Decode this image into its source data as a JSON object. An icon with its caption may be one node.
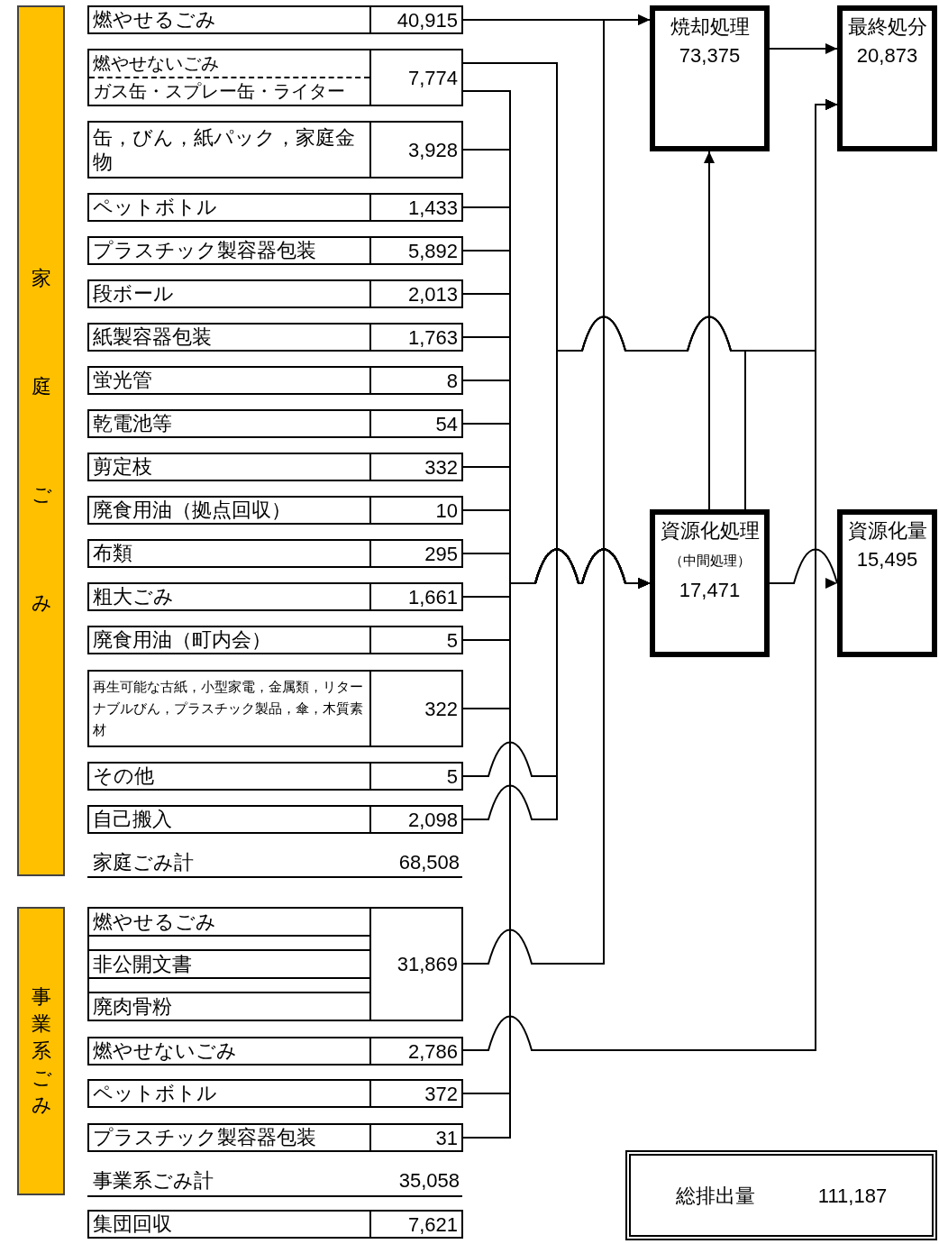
{
  "diagram": {
    "nodes": [
      {
        "text": [
          "家庭ごみ"
        ]
      },
      {
        "text": [
          "燃やせるごみ",
          "40,915"
        ]
      },
      {
        "text": [
          "燃やせないごみ",
          "ガス缶・スプレー缶・ライター",
          "7,774"
        ]
      },
      {
        "text": [
          "缶，びん，紙パック，家庭金物",
          "3,928"
        ]
      },
      {
        "text": [
          "ペットボトル",
          "1,433"
        ]
      },
      {
        "text": [
          "プラスチック製容器包装",
          "5,892"
        ]
      },
      {
        "text": [
          "段ボール",
          "2,013"
        ]
      },
      {
        "text": [
          "紙製容器包装",
          "1,763"
        ]
      },
      {
        "text": [
          "蛍光管",
          "8"
        ]
      },
      {
        "text": [
          "乾電池等",
          "54"
        ]
      },
      {
        "text": [
          "剪定枝",
          "332"
        ]
      },
      {
        "text": [
          "廃食用油（拠点回収）",
          "10"
        ]
      },
      {
        "text": [
          "布類",
          "295"
        ]
      },
      {
        "text": [
          "粗大ごみ",
          "1,661"
        ]
      },
      {
        "text": [
          "廃食用油（町内会）",
          "5"
        ]
      },
      {
        "text": [
          "再生可能な古紙，小型家電，金属類，リターナブルびん，プラスチック製品，傘，木質素材",
          "322"
        ]
      },
      {
        "text": [
          "その他",
          "5"
        ]
      },
      {
        "text": [
          "自己搬入",
          "2,098"
        ]
      },
      {
        "text": [
          "事業系ごみ"
        ]
      },
      {
        "text": [
          "燃やせるごみ",
          "非公開文書",
          "廃肉骨粉",
          "31,869"
        ]
      },
      {
        "text": [
          "燃やせないごみ",
          "2,786"
        ]
      },
      {
        "text": [
          "ペットボトル",
          "372"
        ]
      },
      {
        "text": [
          "プラスチック製容器包装",
          "31"
        ]
      },
      {
        "text": [
          "集団回収",
          "7,621"
        ]
      },
      {
        "text": [
          "焼却処理",
          "73,375"
        ]
      },
      {
        "text": [
          "最終処分",
          "20,873"
        ]
      },
      {
        "text": [
          "資源化処理",
          "（中間処理）",
          "17,471"
        ]
      },
      {
        "text": [
          "資源化量",
          "15,495"
        ]
      },
      {
        "text": [
          "総排出量",
          "111,187"
        ]
      }
    ],
    "edges": [
      {
        "from": 1,
        "to": 24,
        "arrow": "to"
      },
      {
        "from": 2,
        "to": 25,
        "arrow": "to"
      },
      {
        "from": 2,
        "to": 26,
        "arrow": "to"
      },
      {
        "from": 3,
        "to": 26,
        "arrow": "to"
      },
      {
        "from": 4,
        "to": 26,
        "arrow": "to"
      },
      {
        "from": 5,
        "to": 26,
        "arrow": "to"
      },
      {
        "from": 6,
        "to": 26,
        "arrow": "to"
      },
      {
        "from": 7,
        "to": 26,
        "arrow": "to"
      },
      {
        "from": 8,
        "to": 26,
        "arrow": "to"
      },
      {
        "from": 9,
        "to": 26,
        "arrow": "to"
      },
      {
        "from": 10,
        "to": 26,
        "arrow": "to"
      },
      {
        "from": 11,
        "to": 26,
        "arrow": "to"
      },
      {
        "from": 12,
        "to": 26,
        "arrow": "to"
      },
      {
        "from": 13,
        "to": 26,
        "arrow": "to"
      },
      {
        "from": 14,
        "to": 26,
        "arrow": "to"
      },
      {
        "from": 15,
        "to": 26,
        "arrow": "to"
      },
      {
        "from": 16,
        "to": 25,
        "arrow": "to"
      },
      {
        "from": 17,
        "to": 25,
        "arrow": "to"
      },
      {
        "from": 19,
        "to": 24,
        "arrow": "to"
      },
      {
        "from": 20,
        "to": 25,
        "arrow": "to"
      },
      {
        "from": 21,
        "to": 26,
        "arrow": "to"
      },
      {
        "from": 22,
        "to": 26,
        "arrow": "to"
      },
      {
        "from": 26,
        "to": 24,
        "arrow": "to"
      },
      {
        "from": 26,
        "to": 25,
        "arrow": "to"
      },
      {
        "from": 26,
        "to": 27,
        "arrow": "to"
      },
      {
        "from": 24,
        "to": 25,
        "arrow": "to"
      }
    ],
    "labels": [
      "家庭ごみ計",
      "68,508",
      "事業系ごみ計",
      "35,058"
    ]
  }
}
